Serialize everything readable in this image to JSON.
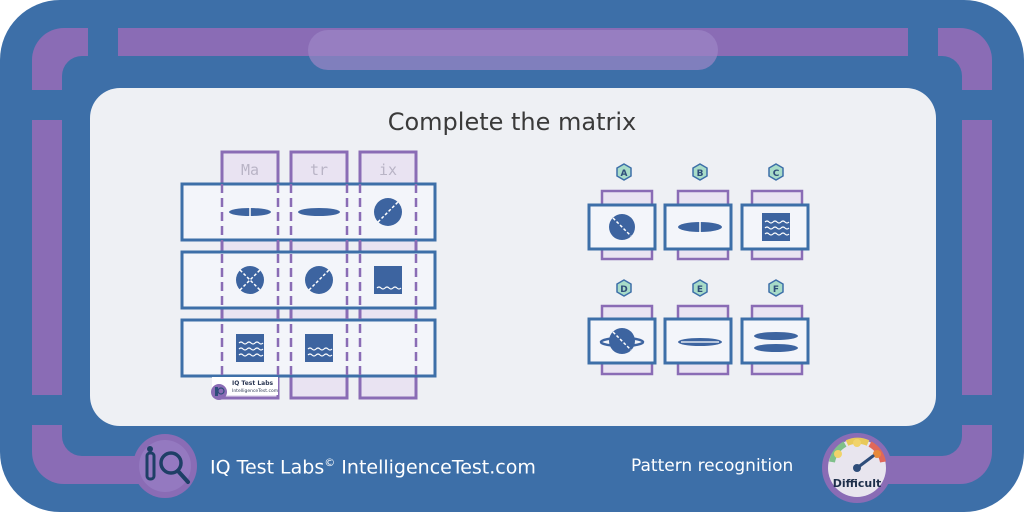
{
  "title": "Complete the matrix",
  "brand": {
    "name": "IQ Test Labs",
    "mark": "©",
    "site": "IntelligenceTest.com"
  },
  "category": "Pattern recognition",
  "difficulty": "Difficult",
  "matrix": {
    "column_headers": [
      "Ma",
      "tr",
      "ix"
    ],
    "watermark": {
      "line1": "IQ Test Labs",
      "line2": "IntelligenceTest.com"
    },
    "cells": [
      [
        "horizontal ellipse with vertical tick",
        "horizontal ellipse",
        "circle with diagonal line"
      ],
      [
        "circle with cross",
        "circle with diagonal line",
        "square with wave line"
      ],
      [
        "square with wave lines",
        "square with wave lines",
        "empty"
      ]
    ]
  },
  "options": [
    {
      "letter": "A",
      "shape": "circle with diagonal line"
    },
    {
      "letter": "B",
      "shape": "horizontal ellipse with vertical tick"
    },
    {
      "letter": "C",
      "shape": "square with wave lines"
    },
    {
      "letter": "D",
      "shape": "circle with horizontal ring"
    },
    {
      "letter": "E",
      "shape": "horizontal ellipse with horizontal line"
    },
    {
      "letter": "F",
      "shape": "two stacked horizontal ellipses"
    }
  ],
  "colors": {
    "outer_frame": "#3d6fa8",
    "band": "#8a6cb5",
    "panel": "#eef0f4",
    "card_border": "#3d6fa8",
    "shape_fill": "#3d64a0",
    "header_fill": "#efe8f5"
  }
}
